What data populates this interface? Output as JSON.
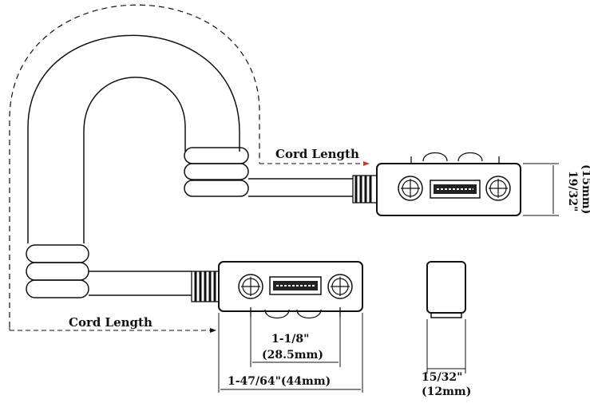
{
  "labels": {
    "cord_length_top": "Cord Length",
    "cord_length_bottom": "Cord Length",
    "height_inch": "19/32\"",
    "height_mm": "(15mm)",
    "hole_spacing_inch": "1-1/8\"",
    "hole_spacing_mm": "(28.5mm)",
    "overall_length": "1-47/64\"(44mm)",
    "depth_inch": "15/32\"",
    "depth_mm": "(12mm)"
  },
  "colors": {
    "line": "#111111",
    "arrow_accent": "#c0392b"
  }
}
